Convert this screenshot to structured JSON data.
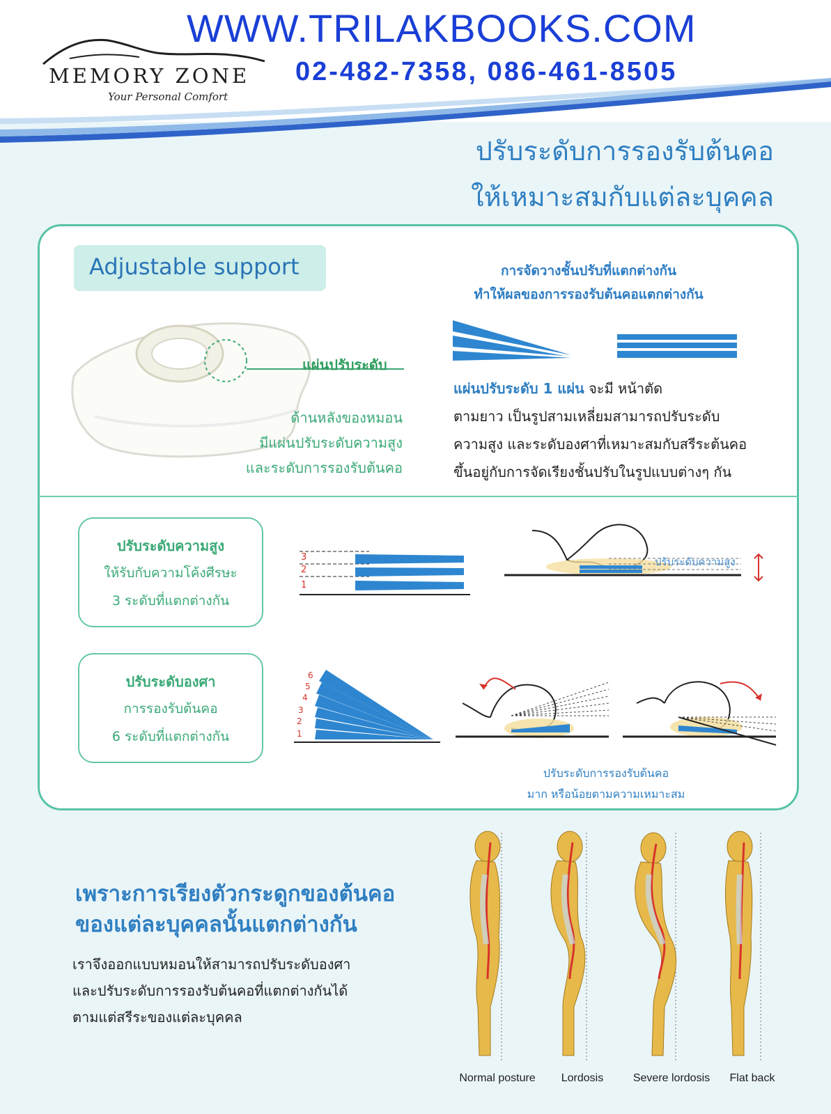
{
  "header": {
    "brand": "MEMORY ZONE",
    "tagline": "Your Personal Comfort",
    "website": "WWW.TRILAKBOOKS.COM",
    "phones": "02-482-7358, 086-461-8505"
  },
  "headline": {
    "line1": "ปรับระดับการรองรับต้นคอ",
    "line2": "ให้เหมาะสมกับแต่ละบุคคล"
  },
  "panel": {
    "badge": "Adjustable support",
    "arrangement_title_1": "การจัดวางชั้นปรับที่แตกต่างกัน",
    "arrangement_title_2": "ทำให้ผลของการรองรับต้นคอแตกต่างกัน",
    "plate_label": "แผ่นปรับระดับ",
    "back_desc_1": "ด้านหลังของหมอน",
    "back_desc_2": "มีแผ่นปรับระดับความสูง",
    "back_desc_3": "และระดับการรองรับต้นคอ",
    "plate_desc_highlight": "แผ่นปรับระดับ 1 แผ่น",
    "plate_desc_1": " จะมี หน้าตัด",
    "plate_desc_2": "ตามยาว เป็นรูปสามเหลี่ยมสามารถปรับระดับ",
    "plate_desc_3": "ความสูง และระดับองศาที่เหมาะสมกับสรีระต้นคอ",
    "plate_desc_4": "ขึ้นอยู่กับการจัดเรียงชั้นปรับในรูปแบบต่างๆ กัน",
    "height_title": "ปรับระดับความสูง",
    "height_line1": "ให้รับกับความโค้งศีรษะ",
    "height_line2": "3 ระดับที่แตกต่างกัน",
    "height_levels": [
      "3",
      "2",
      "1"
    ],
    "height_label": "ปรับระดับความสูง",
    "angle_title": "ปรับระดับองศา",
    "angle_line1": "การรองรับต้นคอ",
    "angle_line2": "6 ระดับที่แตกต่างกัน",
    "angle_levels": [
      "6",
      "5",
      "4",
      "3",
      "2",
      "1"
    ],
    "note_1": "ปรับระดับการรองรับต้นคอ",
    "note_2": "มาก หรือน้อยตามความเหมาะสม"
  },
  "bottom": {
    "title_1": "เพราะการเรียงตัวกระดูกของต้นคอ",
    "title_2": "ของแต่ละบุคคลนั้นแตกต่างกัน",
    "desc_1": "เราจึงออกแบบหมอนให้สามารถปรับระดับองศา",
    "desc_2": "และปรับระดับการรองรับต้นคอที่แตกต่างกันได้",
    "desc_3": "ตามแต่สรีระของแต่ละบุคคล",
    "postures": [
      "Normal posture",
      "Lordosis",
      "Severe lordosis",
      "Flat back"
    ]
  },
  "colors": {
    "accent_blue": "#2f7fc1",
    "url_blue": "#1a3fd6",
    "green": "#3aa976",
    "panel_border": "#57c3a6",
    "plate_blue": "#2e86d0",
    "body_skin": "#e6b94a",
    "spine_red": "#d8322c"
  }
}
